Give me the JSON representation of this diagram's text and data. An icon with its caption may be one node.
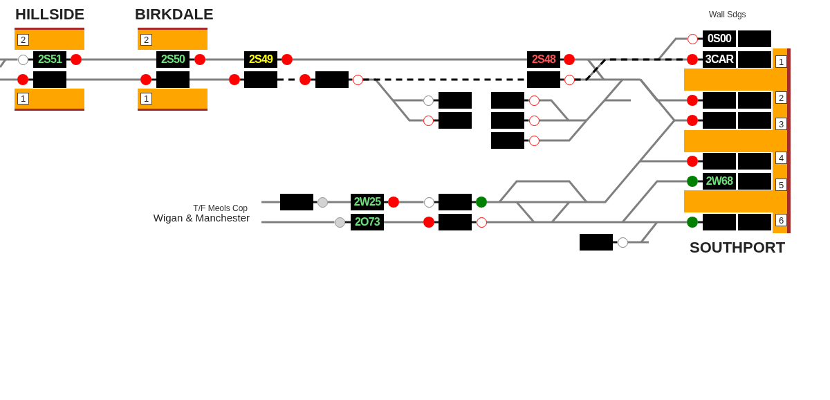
{
  "diagram": {
    "nodes": [
      {
        "text": [
          "2"
        ]
      },
      {
        "text": [
          "2S51"
        ]
      },
      {
        "text": [],
        "shape": "box"
      },
      {
        "text": [
          "1"
        ]
      },
      {
        "text": [
          "2"
        ]
      },
      {
        "text": [
          "2S50"
        ]
      },
      {
        "text": [],
        "shape": "box"
      },
      {
        "text": [
          "1"
        ]
      },
      {
        "text": [
          "2S49"
        ]
      },
      {
        "text": [],
        "shape": "box"
      },
      {
        "text": [],
        "shape": "box"
      },
      {
        "text": [],
        "shape": "box"
      },
      {
        "text": [],
        "shape": "box"
      },
      {
        "text": [],
        "shape": "box"
      },
      {
        "text": [],
        "shape": "box"
      },
      {
        "text": [],
        "shape": "box"
      },
      {
        "text": [
          "2S48"
        ]
      },
      {
        "text": [],
        "shape": "box"
      },
      {
        "text": [
          "0S00"
        ]
      },
      {
        "text": [],
        "shape": "box"
      },
      {
        "text": [
          "1",
          "2",
          "3",
          "4",
          "5",
          "6"
        ]
      },
      {
        "text": [
          "3CAR"
        ],
        "in": 20
      },
      {
        "text": [],
        "shape": "box",
        "in": 20
      },
      {
        "text": [],
        "shape": "box",
        "in": 20
      },
      {
        "text": [],
        "shape": "box",
        "in": 20
      },
      {
        "text": [],
        "shape": "box",
        "in": 20
      },
      {
        "text": [],
        "shape": "box",
        "in": 20
      },
      {
        "text": [],
        "shape": "box",
        "in": 20
      },
      {
        "text": [],
        "shape": "box",
        "in": 20
      },
      {
        "text": [
          "2W68"
        ],
        "in": 20
      },
      {
        "text": [],
        "shape": "box",
        "in": 20
      },
      {
        "text": [],
        "shape": "box",
        "in": 20
      },
      {
        "text": [],
        "shape": "box",
        "in": 20
      },
      {
        "text": [],
        "shape": "box"
      },
      {
        "text": [
          "2W25"
        ]
      },
      {
        "text": [],
        "shape": "box"
      },
      {
        "text": [
          "2O73"
        ]
      },
      {
        "text": [],
        "shape": "box"
      },
      {
        "text": [],
        "shape": "box"
      },
      {
        "text": [],
        "shape": "circle"
      },
      {
        "text": [],
        "shape": "circle"
      },
      {
        "text": [],
        "shape": "circle"
      },
      {
        "text": [],
        "shape": "circle"
      },
      {
        "text": [],
        "shape": "circle"
      },
      {
        "text": [],
        "shape": "circle"
      },
      {
        "text": [],
        "shape": "circle"
      },
      {
        "text": [],
        "shape": "circle"
      },
      {
        "text": [],
        "shape": "circle"
      },
      {
        "text": [],
        "shape": "circle"
      },
      {
        "text": [],
        "shape": "circle"
      },
      {
        "text": [],
        "shape": "circle"
      },
      {
        "text": [],
        "shape": "circle"
      },
      {
        "text": [],
        "shape": "circle"
      },
      {
        "text": [],
        "shape": "circle"
      },
      {
        "text": [],
        "shape": "circle"
      },
      {
        "text": [],
        "shape": "circle"
      },
      {
        "text": [],
        "shape": "circle",
        "in": 20
      },
      {
        "text": [],
        "shape": "circle",
        "in": 20
      },
      {
        "text": [],
        "shape": "circle",
        "in": 20
      },
      {
        "text": [],
        "shape": "circle",
        "in": 20
      },
      {
        "text": [],
        "shape": "circle",
        "in": 20
      },
      {
        "text": [],
        "shape": "circle",
        "in": 20
      },
      {
        "text": [],
        "shape": "circle"
      },
      {
        "text": [],
        "shape": "circle"
      },
      {
        "text": [],
        "shape": "circle"
      },
      {
        "text": [],
        "shape": "circle"
      },
      {
        "text": [],
        "shape": "circle"
      },
      {
        "text": [],
        "shape": "circle"
      },
      {
        "text": [],
        "shape": "circle"
      },
      {
        "text": [],
        "shape": "circle"
      }
    ],
    "edges": [
      {
        "from": null,
        "to": 39,
        "arrow": "none"
      },
      {
        "from": null,
        "to": 39,
        "arrow": "none"
      },
      {
        "from": 39,
        "to": 1,
        "arrow": "none",
        "color": "#1a1a1a"
      },
      {
        "from": 1,
        "to": 40,
        "arrow": "none",
        "color": "#1a1a1a"
      },
      {
        "from": 40,
        "to": 5,
        "arrow": "none"
      },
      {
        "from": null,
        "to": 41,
        "arrow": "none"
      },
      {
        "from": 41,
        "to": 2,
        "arrow": "none",
        "color": "#1a1a1a"
      },
      {
        "from": 2,
        "to": 42,
        "arrow": "none"
      },
      {
        "from": 42,
        "to": 6,
        "arrow": "none",
        "color": "#1a1a1a"
      },
      {
        "from": 5,
        "to": 43,
        "arrow": "none",
        "color": "#1a1a1a"
      },
      {
        "from": 43,
        "to": 8,
        "arrow": "none"
      },
      {
        "from": 6,
        "to": 44,
        "arrow": "none"
      },
      {
        "from": 44,
        "to": 9,
        "arrow": "none",
        "color": "#1a1a1a"
      },
      {
        "from": 8,
        "to": 45,
        "arrow": "none",
        "color": "#1a1a1a"
      },
      {
        "from": 45,
        "to": 16,
        "arrow": "none"
      },
      {
        "from": 9,
        "to": 46,
        "arrow": "none",
        "style": "dashed",
        "color": "#000000"
      },
      {
        "from": 46,
        "to": 10,
        "arrow": "none",
        "color": "#1a1a1a"
      },
      {
        "from": 10,
        "to": 47,
        "arrow": "none",
        "color": "#1a1a1a"
      },
      {
        "from": 47,
        "to": 17,
        "arrow": "none",
        "style": "dashed",
        "color": "#000000"
      },
      {
        "from": 47,
        "to": 48,
        "arrow": "none"
      },
      {
        "from": 47,
        "to": 49,
        "arrow": "none"
      },
      {
        "from": 48,
        "to": 11,
        "arrow": "none",
        "color": "#1a1a1a"
      },
      {
        "from": 49,
        "to": 12,
        "arrow": "none",
        "color": "#1a1a1a"
      },
      {
        "from": 13,
        "to": 50,
        "arrow": "none",
        "color": "#1a1a1a"
      },
      {
        "from": 14,
        "to": 51,
        "arrow": "none",
        "color": "#1a1a1a"
      },
      {
        "from": 15,
        "to": 52,
        "arrow": "none",
        "color": "#1a1a1a"
      },
      {
        "from": 16,
        "to": 53,
        "arrow": "none",
        "color": "#1a1a1a"
      },
      {
        "from": 17,
        "to": 54,
        "arrow": "none",
        "color": "#1a1a1a"
      },
      {
        "from": 53,
        "to": 55,
        "arrow": "none"
      },
      {
        "from": 53,
        "to": 56,
        "arrow": "none"
      },
      {
        "from": 53,
        "to": 57,
        "arrow": "none"
      },
      {
        "from": 53,
        "to": 58,
        "arrow": "none"
      },
      {
        "from": 54,
        "to": 55,
        "arrow": "none"
      },
      {
        "from": 54,
        "to": 56,
        "arrow": "none",
        "style": "dashed",
        "color": "#000000"
      },
      {
        "from": 54,
        "to": 57,
        "arrow": "none"
      },
      {
        "from": 54,
        "to": 58,
        "arrow": "none"
      },
      {
        "from": 50,
        "to": 57,
        "arrow": "none"
      },
      {
        "from": 50,
        "to": 58,
        "arrow": "none"
      },
      {
        "from": 50,
        "to": null,
        "arrow": "none"
      },
      {
        "from": 51,
        "to": 57,
        "arrow": "none"
      },
      {
        "from": 51,
        "to": 58,
        "arrow": "none"
      },
      {
        "from": 51,
        "to": null,
        "arrow": "none"
      },
      {
        "from": 52,
        "to": 57,
        "arrow": "none"
      },
      {
        "from": 52,
        "to": 58,
        "arrow": "none"
      },
      {
        "from": 52,
        "to": null,
        "arrow": "none"
      },
      {
        "from": 55,
        "to": 18,
        "arrow": "none",
        "color": "#1a1a1a"
      },
      {
        "from": 56,
        "to": 21,
        "arrow": "none",
        "color": "#1a1a1a"
      },
      {
        "from": 57,
        "to": 23,
        "arrow": "none",
        "color": "#1a1a1a"
      },
      {
        "from": 58,
        "to": 25,
        "arrow": "none",
        "color": "#1a1a1a"
      },
      {
        "from": 59,
        "to": 27,
        "arrow": "none",
        "color": "#1a1a1a"
      },
      {
        "from": 60,
        "to": 29,
        "arrow": "none",
        "color": "#1a1a1a"
      },
      {
        "from": 61,
        "to": 31,
        "arrow": "none",
        "color": "#1a1a1a"
      },
      {
        "from": null,
        "to": 33,
        "arrow": "none"
      },
      {
        "from": 33,
        "to": 62,
        "arrow": "none",
        "color": "#1a1a1a"
      },
      {
        "from": 62,
        "to": 34,
        "arrow": "none"
      },
      {
        "from": 34,
        "to": 64,
        "arrow": "none",
        "color": "#1a1a1a"
      },
      {
        "from": 64,
        "to": 65,
        "arrow": "none"
      },
      {
        "from": 65,
        "to": 35,
        "arrow": "none",
        "color": "#1a1a1a"
      },
      {
        "from": 35,
        "to": 67,
        "arrow": "none",
        "color": "#1a1a1a"
      },
      {
        "from": 67,
        "to": 58,
        "arrow": "none"
      },
      {
        "from": 67,
        "to": 59,
        "arrow": "none"
      },
      {
        "from": 67,
        "to": 60,
        "arrow": "none"
      },
      {
        "from": 67,
        "to": 61,
        "arrow": "none"
      },
      {
        "from": null,
        "to": 63,
        "arrow": "none"
      },
      {
        "from": 63,
        "to": 36,
        "arrow": "none",
        "color": "#1a1a1a"
      },
      {
        "from": 36,
        "to": 66,
        "arrow": "none"
      },
      {
        "from": 66,
        "to": 37,
        "arrow": "none",
        "color": "#1a1a1a"
      },
      {
        "from": 37,
        "to": 68,
        "arrow": "none",
        "color": "#1a1a1a"
      },
      {
        "from": 68,
        "to": 58,
        "arrow": "none"
      },
      {
        "from": 68,
        "to": 59,
        "arrow": "none"
      },
      {
        "from": 68,
        "to": 60,
        "arrow": "none"
      },
      {
        "from": 68,
        "to": 61,
        "arrow": "none"
      },
      {
        "from": 38,
        "to": 69,
        "arrow": "none",
        "color": "#1a1a1a"
      },
      {
        "from": 69,
        "to": 61,
        "arrow": "none"
      },
      {
        "from": 69,
        "to": null,
        "arrow": "none"
      }
    ],
    "labels": [
      "HILLSIDE",
      "BIRKDALE",
      "Wall Sdgs",
      "T/F Meols Cop",
      "Wigan & Manchester",
      "SOUTHPORT"
    ]
  }
}
